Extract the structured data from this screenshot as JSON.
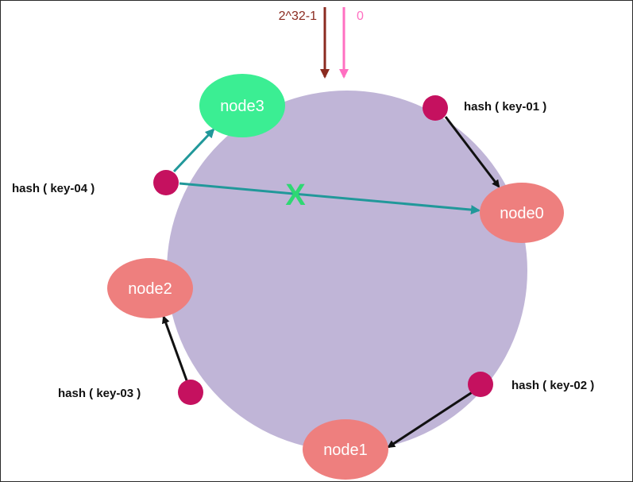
{
  "markers": {
    "max_label": "2^32-1",
    "zero_label": "0"
  },
  "nodes": [
    {
      "id": "node0",
      "label": "node0",
      "color": "#ee7f7e"
    },
    {
      "id": "node1",
      "label": "node1",
      "color": "#ee7f7e"
    },
    {
      "id": "node2",
      "label": "node2",
      "color": "#ee7f7e"
    },
    {
      "id": "node3",
      "label": "node3",
      "color": "#3bee93"
    }
  ],
  "keys": [
    {
      "id": "key-01",
      "label": "hash ( key-01 )",
      "maps_to": "node0"
    },
    {
      "id": "key-02",
      "label": "hash ( key-02 )",
      "maps_to": "node1"
    },
    {
      "id": "key-03",
      "label": "hash ( key-03 )",
      "maps_to": "node2"
    },
    {
      "id": "key-04",
      "label": "hash ( key-04 )",
      "maps_to": "node3",
      "removed_target": "node0"
    }
  ],
  "removed_mark": "X",
  "colors": {
    "ring": "#c0b5d7",
    "key_point": "#c5115f",
    "arrow_black": "#111111",
    "arrow_teal": "#21989a",
    "marker_max": "#8b2b20",
    "marker_zero": "#ff6fc1"
  }
}
